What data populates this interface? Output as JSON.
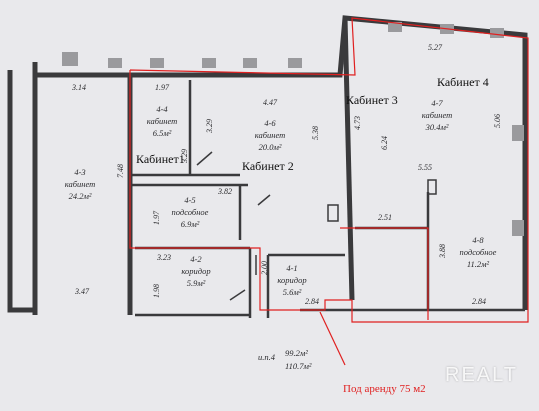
{
  "colors": {
    "paper": "#e9e9ec",
    "wall": "#3a3a3c",
    "ink": "#2b2b2e",
    "red": "#e02020"
  },
  "labels": {
    "office1": "Кабинет1",
    "office2": "Кабинет 2",
    "office3": "Кабинет 3",
    "office4": "Кабинет 4",
    "rent": "Под аренду 75 м2"
  },
  "rooms": {
    "r43": {
      "num": "4-3",
      "name": "кабинет",
      "area": "24.2м²"
    },
    "r44": {
      "num": "4-4",
      "name": "кабинет",
      "area": "6.5м²"
    },
    "r46": {
      "num": "4-6",
      "name": "кабинет",
      "area": "20.0м²"
    },
    "r45": {
      "num": "4-5",
      "name": "подсобное",
      "area": "6.9м²"
    },
    "r42": {
      "num": "4-2",
      "name": "коридор",
      "area": "5.9м²"
    },
    "r41": {
      "num": "4-1",
      "name": "коридор",
      "area": "5.6м²"
    },
    "r47": {
      "num": "4-7",
      "name": "кабинет",
      "area": "30.4м²"
    },
    "r48": {
      "num": "4-8",
      "name": "подсобное",
      "area": "11.2м²"
    }
  },
  "dims": {
    "d314": "3.14",
    "d197a": "1.97",
    "d447": "4.47",
    "d527": "5.27",
    "d748": "7.48",
    "d329a": "3.29",
    "d329b": "3.29",
    "d538": "5.38",
    "d473": "4.73",
    "d624": "6.24",
    "d506": "5.06",
    "d382": "3.82",
    "d197b": "1.97",
    "d555": "5.55",
    "d251": "2.51",
    "d323": "3.23",
    "d200": "2.00",
    "d388": "3.88",
    "d347": "3.47",
    "d198": "1.98",
    "d284a": "2.84",
    "d284b": "2.84"
  },
  "totals": {
    "prefix": "и.п.4",
    "area1": "99.2м²",
    "area2": "110.7м²"
  },
  "watermark": "REALT"
}
